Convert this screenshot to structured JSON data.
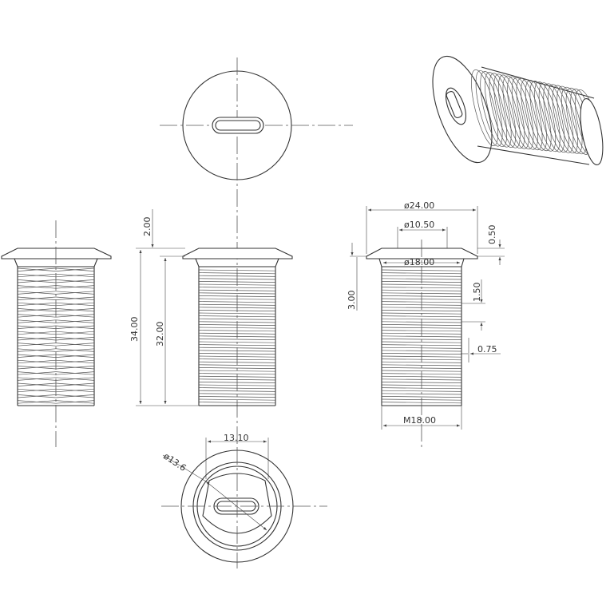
{
  "drawing": {
    "dimensions": {
      "flange_dia": "ø24.00",
      "hole_dia": "ø10.50",
      "body_dia": "ø18.00",
      "flange_thk": "0.50",
      "head_h": "3.00",
      "pitch": "1.50",
      "depth": "0.75",
      "thread": "M18.00",
      "total_len": "34.00",
      "thread_len": "32.00",
      "top_step": "2.00",
      "slot_w": "13.10",
      "slot_dia": "ø13.6"
    }
  }
}
